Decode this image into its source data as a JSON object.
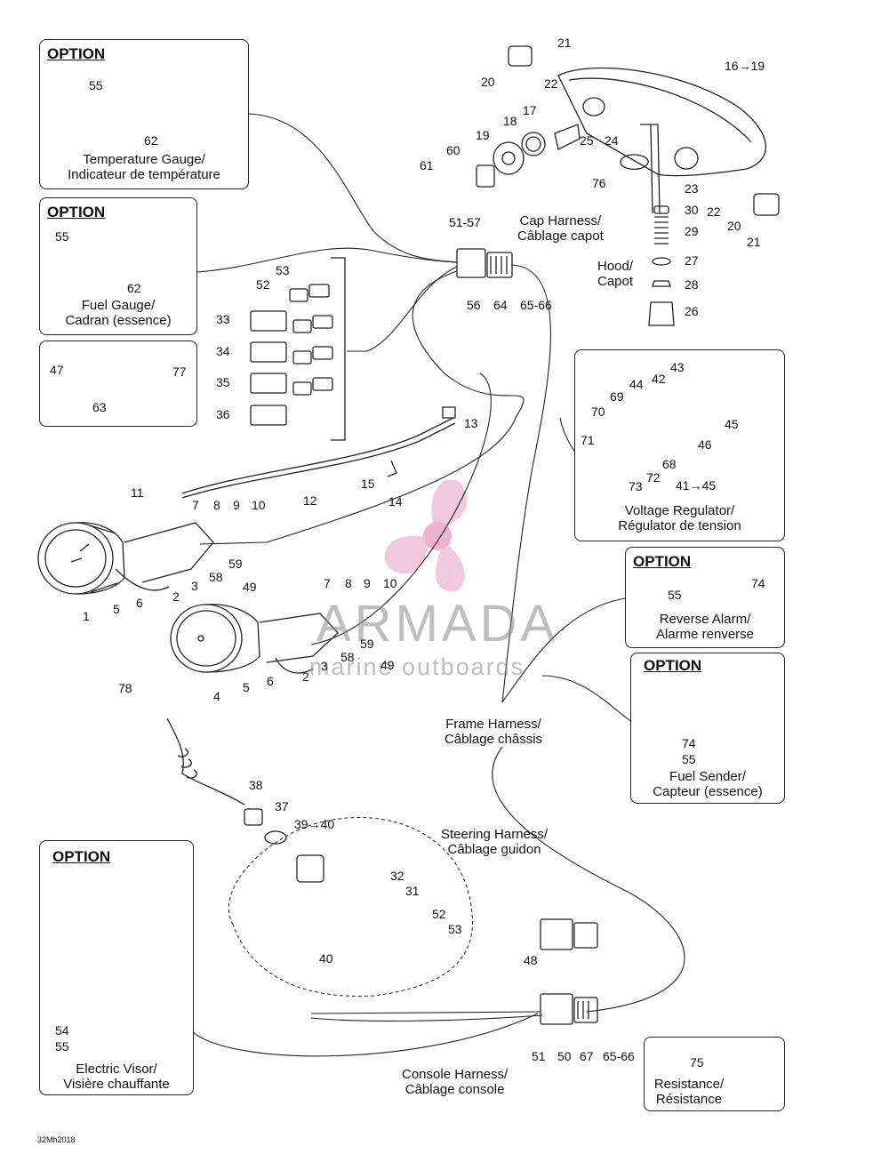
{
  "option_label": "OPTION",
  "boxes": {
    "temp_gauge": {
      "title": "Temperature Gauge/",
      "subtitle": "Indicateur de température"
    },
    "fuel_gauge": {
      "title": "Fuel Gauge/",
      "subtitle": "Cadran (essence)"
    },
    "voltage_regulator": {
      "title": "Voltage Regulator/",
      "subtitle": "Régulator de tension"
    },
    "reverse_alarm": {
      "title": "Reverse Alarm/",
      "subtitle": "Alarme renverse"
    },
    "fuel_sender": {
      "title": "Fuel Sender/",
      "subtitle": "Capteur (essence)"
    },
    "electric_visor": {
      "title": "Electric Visor/",
      "subtitle": "Visière chauffante"
    },
    "resistance": {
      "title": "Resistance/",
      "subtitle": "Résistance"
    }
  },
  "harness_labels": {
    "cap": {
      "title": "Cap Harness/",
      "subtitle": "Câblage capot"
    },
    "hood": {
      "title": "Hood/",
      "subtitle": "Capot"
    },
    "frame": {
      "title": "Frame Harness/",
      "subtitle": "Câblage châssis"
    },
    "steering": {
      "title": "Steering Harness/",
      "subtitle": "Câblage guidon"
    },
    "console": {
      "title": "Console Harness/",
      "subtitle": "Câblage console"
    }
  },
  "part_numbers": [
    "55",
    "62",
    "55",
    "62",
    "47",
    "77",
    "63",
    "53",
    "52",
    "33",
    "34",
    "35",
    "36",
    "21",
    "20",
    "22",
    "16→19",
    "17",
    "18",
    "19",
    "60",
    "61",
    "25",
    "24",
    "76",
    "23",
    "30",
    "29",
    "22",
    "20",
    "21",
    "51-57",
    "56",
    "64",
    "65-66",
    "27",
    "28",
    "26",
    "13",
    "12",
    "15",
    "14",
    "11",
    "7",
    "8",
    "9",
    "10",
    "59",
    "58",
    "3",
    "2",
    "49",
    "1",
    "5",
    "6",
    "7",
    "8",
    "9",
    "10",
    "59",
    "58",
    "3",
    "2",
    "49",
    "4",
    "5",
    "6",
    "78",
    "43",
    "42",
    "44",
    "69",
    "70",
    "71",
    "45",
    "46",
    "68",
    "72",
    "73",
    "41→45",
    "55",
    "74",
    "74",
    "55",
    "38",
    "37",
    "39→40",
    "32",
    "31",
    "52",
    "53",
    "40",
    "48",
    "54",
    "55",
    "51",
    "50",
    "67",
    "65-66",
    "75"
  ],
  "drawing_code": "32Mh2018",
  "watermark": {
    "brand": "ARMADA",
    "tagline": "marine outboards",
    "brand_color": "#e8a6c7",
    "text_color": "#8a8a8a"
  }
}
